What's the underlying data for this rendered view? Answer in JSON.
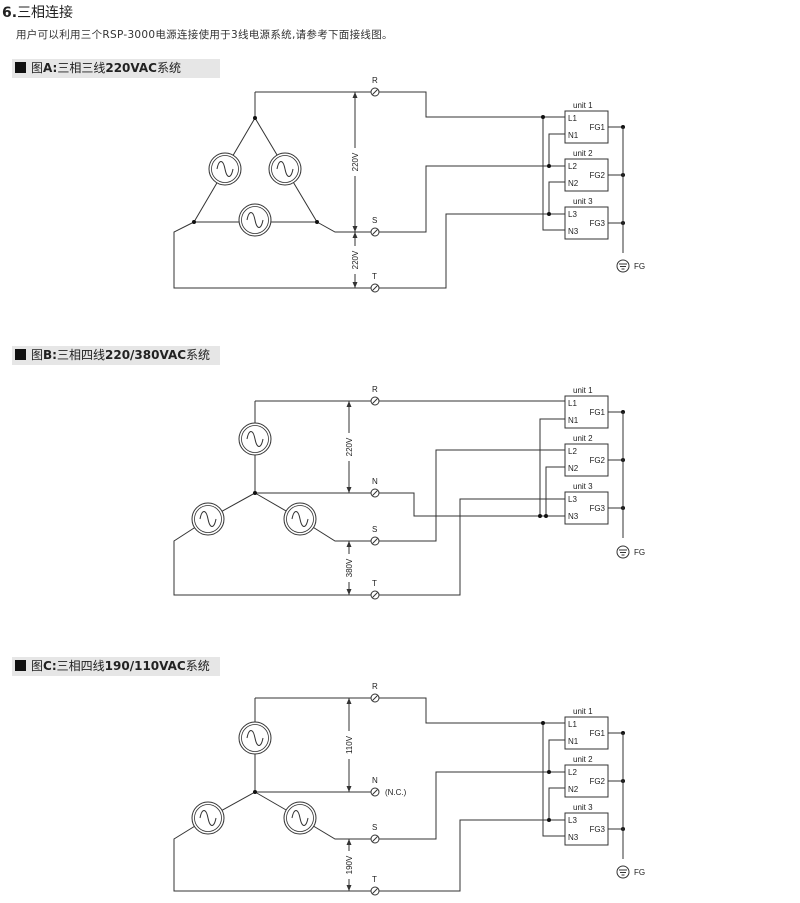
{
  "section": {
    "number": "6.",
    "title": "三相连接"
  },
  "intro": "用户可以利用三个RSP-3000电源连接使用于3线电源系统,请参考下面接线图。",
  "diagrams": [
    {
      "fig": "图",
      "letter": "A",
      "sep": ":",
      "phase": "三相三线",
      "volt": "220VAC",
      "sys": "系统",
      "terms": [
        "R",
        "S",
        "T"
      ],
      "v1": "220V",
      "v2": "220V"
    },
    {
      "fig": "图",
      "letter": "B",
      "sep": ":",
      "phase": "三相四线",
      "volt": "220/380VAC",
      "sys": "系统",
      "terms": [
        "R",
        "N",
        "S",
        "T"
      ],
      "v1": "220V",
      "v2": "380V"
    },
    {
      "fig": "图",
      "letter": "C",
      "sep": ":",
      "phase": "三相四线",
      "volt": "190/110VAC",
      "sys": "系统",
      "terms": [
        "R",
        "N",
        "S",
        "T"
      ],
      "nc": "(N.C.)",
      "v1": "110V",
      "v2": "190V"
    }
  ],
  "units": [
    {
      "title": "unit 1",
      "l": "L1",
      "n": "N1",
      "fg": "FG1"
    },
    {
      "title": "unit 2",
      "l": "L2",
      "n": "N2",
      "fg": "FG2"
    },
    {
      "title": "unit 3",
      "l": "L3",
      "n": "N3",
      "fg": "FG3"
    }
  ],
  "fg_label": "FG",
  "icons": [
    "square-bullet-icon",
    "ac-source-icon",
    "terminal-screw-icon",
    "ground-icon"
  ]
}
